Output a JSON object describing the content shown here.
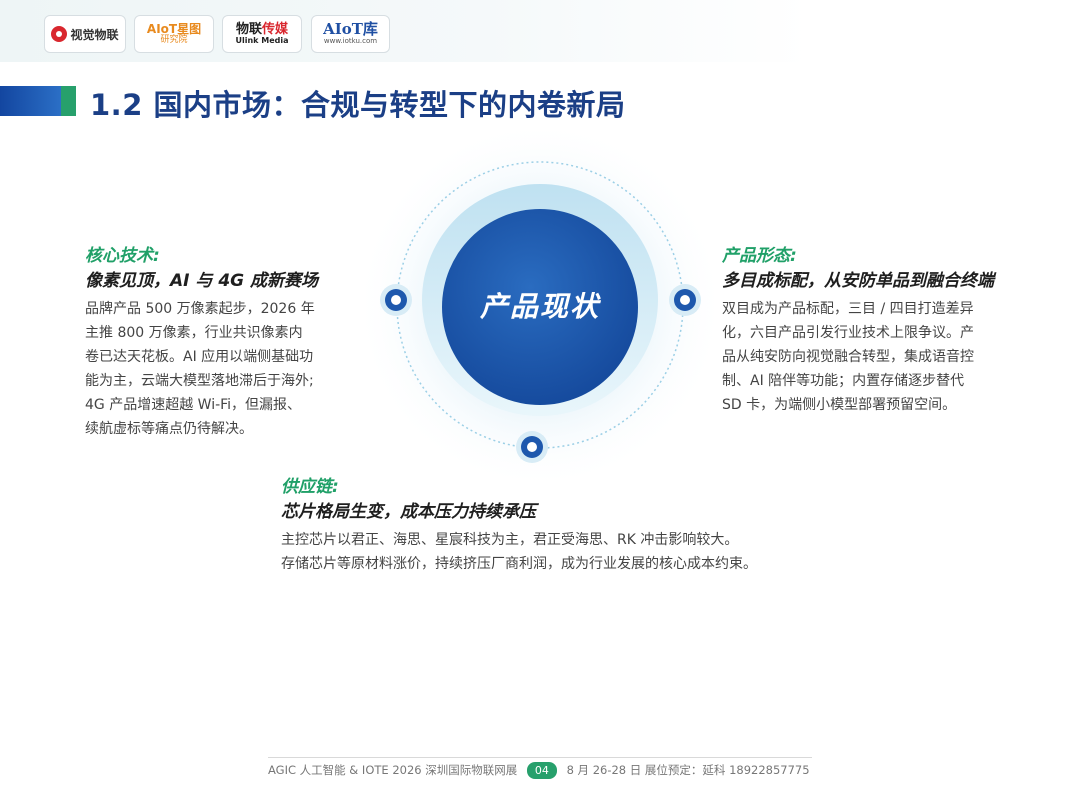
{
  "logos": [
    {
      "name": "视觉物联"
    },
    {
      "name": "AIoT星图",
      "sub": "研究院"
    },
    {
      "name_a": "物联",
      "name_b": "传媒",
      "sub": "Ulink Media"
    },
    {
      "name": "AIoT库",
      "sub": "www.iotku.com"
    }
  ],
  "title": "1.2 国内市场：合规与转型下的内卷新局",
  "center": {
    "label": "产品现状"
  },
  "left": {
    "kicker": "核心技术:",
    "head": "像素见顶，AI 与 4G 成新赛场",
    "lines": [
      "品牌产品 500 万像素起步，2026 年",
      "主推 800 万像素，行业共识像素内",
      "卷已达天花板。AI 应用以端侧基础功",
      "能为主，云端大模型落地滞后于海外;",
      "4G 产品增速超越 Wi-Fi，但漏报、",
      "续航虚标等痛点仍待解决。"
    ]
  },
  "right": {
    "kicker": "产品形态:",
    "head": "多目成标配，从安防单品到融合终端",
    "lines": [
      "双目成为产品标配，三目 / 四目打造差异",
      "化，六目产品引发行业技术上限争议。产",
      "品从纯安防向视觉融合转型，集成语音控",
      "制、AI 陪伴等功能；内置存储逐步替代",
      "SD 卡，为端侧小模型部署预留空间。"
    ]
  },
  "bottom": {
    "kicker": "供应链:",
    "head": "芯片格局生变，成本压力持续承压",
    "lines": [
      "主控芯片以君正、海思、星宸科技为主，君正受海思、RK 冲击影响较大。",
      "存储芯片等原材料涨价，持续挤压厂商利润，成为行业发展的核心成本约束。"
    ]
  },
  "footer": {
    "left": "AGIC 人工智能 & IOTE 2026 深圳国际物联网展",
    "page": "04",
    "right": "8 月 26-28 日   展位预定：延科 18922857775"
  },
  "colors": {
    "navy": "#1b3f86",
    "accent_green": "#20a068",
    "circle_blue": "#1e58ad"
  }
}
